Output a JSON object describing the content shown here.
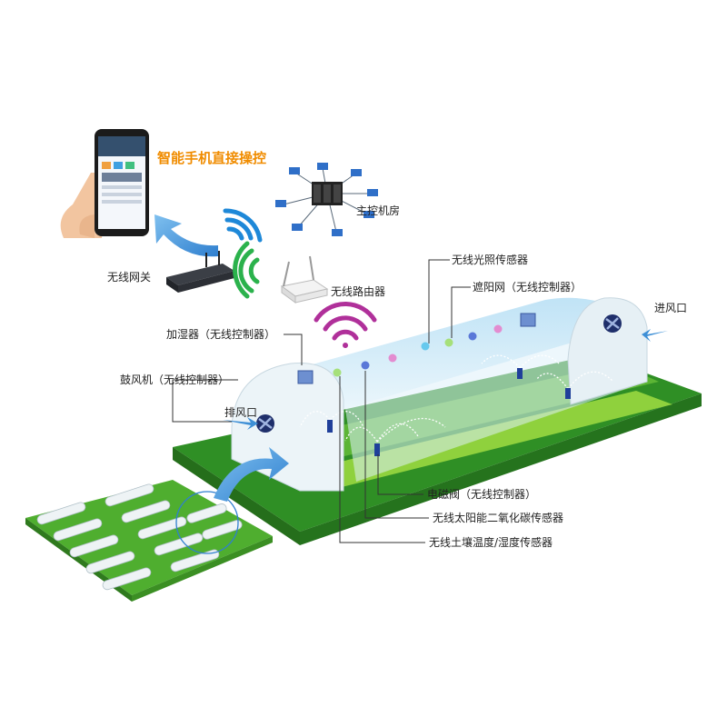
{
  "title": "智能手机直接操控",
  "labels": {
    "server_room": "主控机房",
    "gateway": "无线网关",
    "router": "无线路由器",
    "light_sensor": "无线光照传感器",
    "shade_net": "遮阳网（无线控制器）",
    "humidifier": "加湿器（无线控制器）",
    "air_inlet": "进风口",
    "blower": "鼓风机（无线控制器）",
    "exhaust": "排风口",
    "valve": "电磁阀（无线控制器）",
    "co2_sensor": "无线太阳能二氧化碳传感器",
    "soil_sensor": "无线土壤温度/湿度传感器"
  },
  "colors": {
    "title": "#f08c00",
    "wifi_blue": "#1e88d8",
    "wifi_green": "#2bb24c",
    "wifi_purple": "#b0309a",
    "field_green": "#3a9a2a",
    "arrow_blue": "#3d8fd6"
  }
}
